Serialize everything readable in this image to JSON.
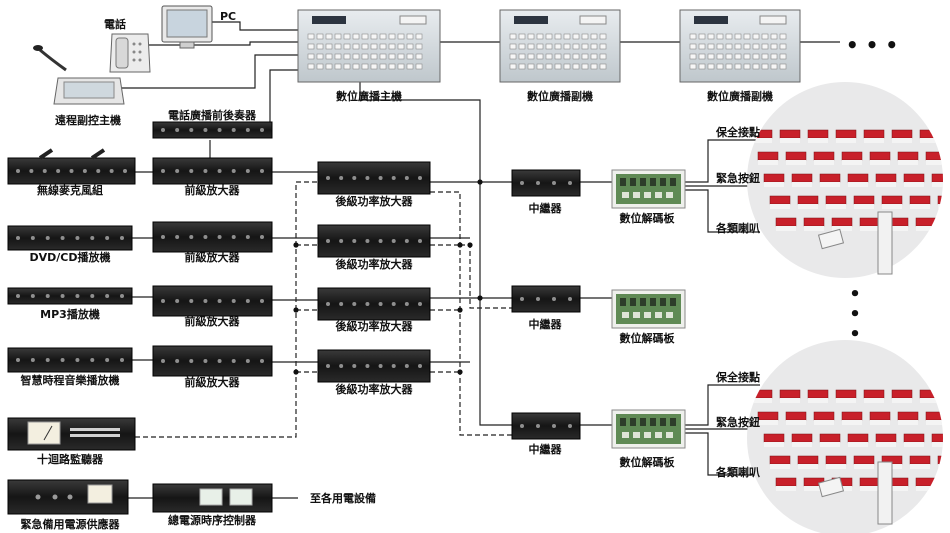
{
  "labels": {
    "pc": "PC",
    "phone": "電話",
    "remote_console": "遠程副控主機",
    "digital_main": "數位廣播主機",
    "digital_sub_1": "數位廣播副機",
    "digital_sub_2": "數位廣播副機",
    "phone_prepost": "電話廣播前後奏器",
    "wireless_mic": "無線麥克風組",
    "dvd_cd": "DVD/CD播放機",
    "mp3": "MP3播放機",
    "smart_music": "智慧時程音樂播放機",
    "monitor": "十迴路監聽器",
    "emergency_power": "緊急備用電源供應器",
    "preamp_1": "前級放大器",
    "preamp_2": "前級放大器",
    "preamp_3": "前級放大器",
    "preamp_4": "前級放大器",
    "poweramp_1": "後級功率放大器",
    "poweramp_2": "後級功率放大器",
    "poweramp_3": "後級功率放大器",
    "poweramp_4": "後級功率放大器",
    "relay_1": "中繼器",
    "relay_2": "中繼器",
    "relay_3": "中繼器",
    "decoder_1": "數位解碼板",
    "decoder_2": "數位解碼板",
    "decoder_3": "數位解碼板",
    "security_1": "保全接點",
    "emergency_btn_1": "緊急按鈕",
    "speakers_1": "各類喇叭",
    "security_2": "保全接點",
    "emergency_btn_2": "緊急按鈕",
    "speakers_2": "各類喇叭",
    "power_sequencer": "總電源時序控制器",
    "to_equipment": "至各用電設備",
    "more_h": "• • •",
    "more_v": "•"
  },
  "colors": {
    "rack_dark": "#1b1b1b",
    "panel_gray": "#d4dade",
    "line": "#222222",
    "decoder_green": "#5f8a55",
    "seat_red": "#c8202a"
  },
  "icons": {
    "pc": "monitor-icon",
    "phone": "telephone-icon",
    "mic": "gooseneck-microphone-icon",
    "classroom": "classroom-photo"
  }
}
